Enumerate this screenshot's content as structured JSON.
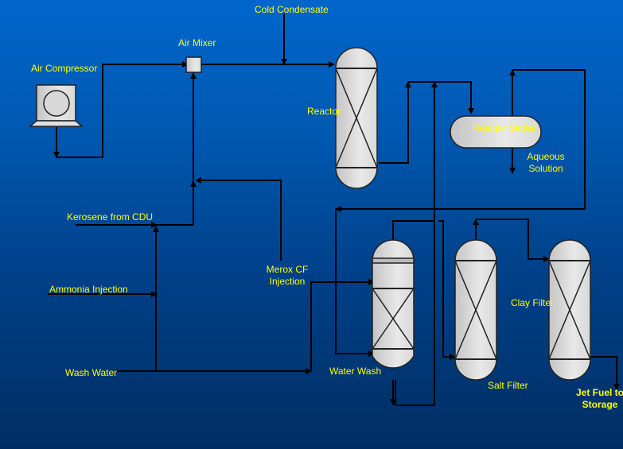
{
  "diagram": {
    "title": "Merox Jet Fuel Treating Process Flow",
    "colors": {
      "label": "#ffff00",
      "line": "#000000",
      "vessel_fill": "#dcdcdc",
      "background_top": "#0066cc",
      "background_bottom": "#002e63"
    },
    "labels": {
      "cold_condensate": "Cold Condensate",
      "air_mixer": "Air Mixer",
      "air_compressor": "Air Compressor",
      "reactor": "Reactor",
      "reactor_settler": "Reactor Settler",
      "aqueous_1": "Aqueous",
      "aqueous_2": "Solution",
      "kerosene": "Kerosene from CDU",
      "ammonia": "Ammonia Injection",
      "merox_1": "Merox CF",
      "merox_2": "Injection",
      "wash_water": "Wash Water",
      "water_wash": "Water Wash",
      "salt_filter": "Salt Filter",
      "clay_filter": "Clay Filter",
      "jet_fuel_1": "Jet Fuel to",
      "jet_fuel_2": "Storage"
    }
  }
}
